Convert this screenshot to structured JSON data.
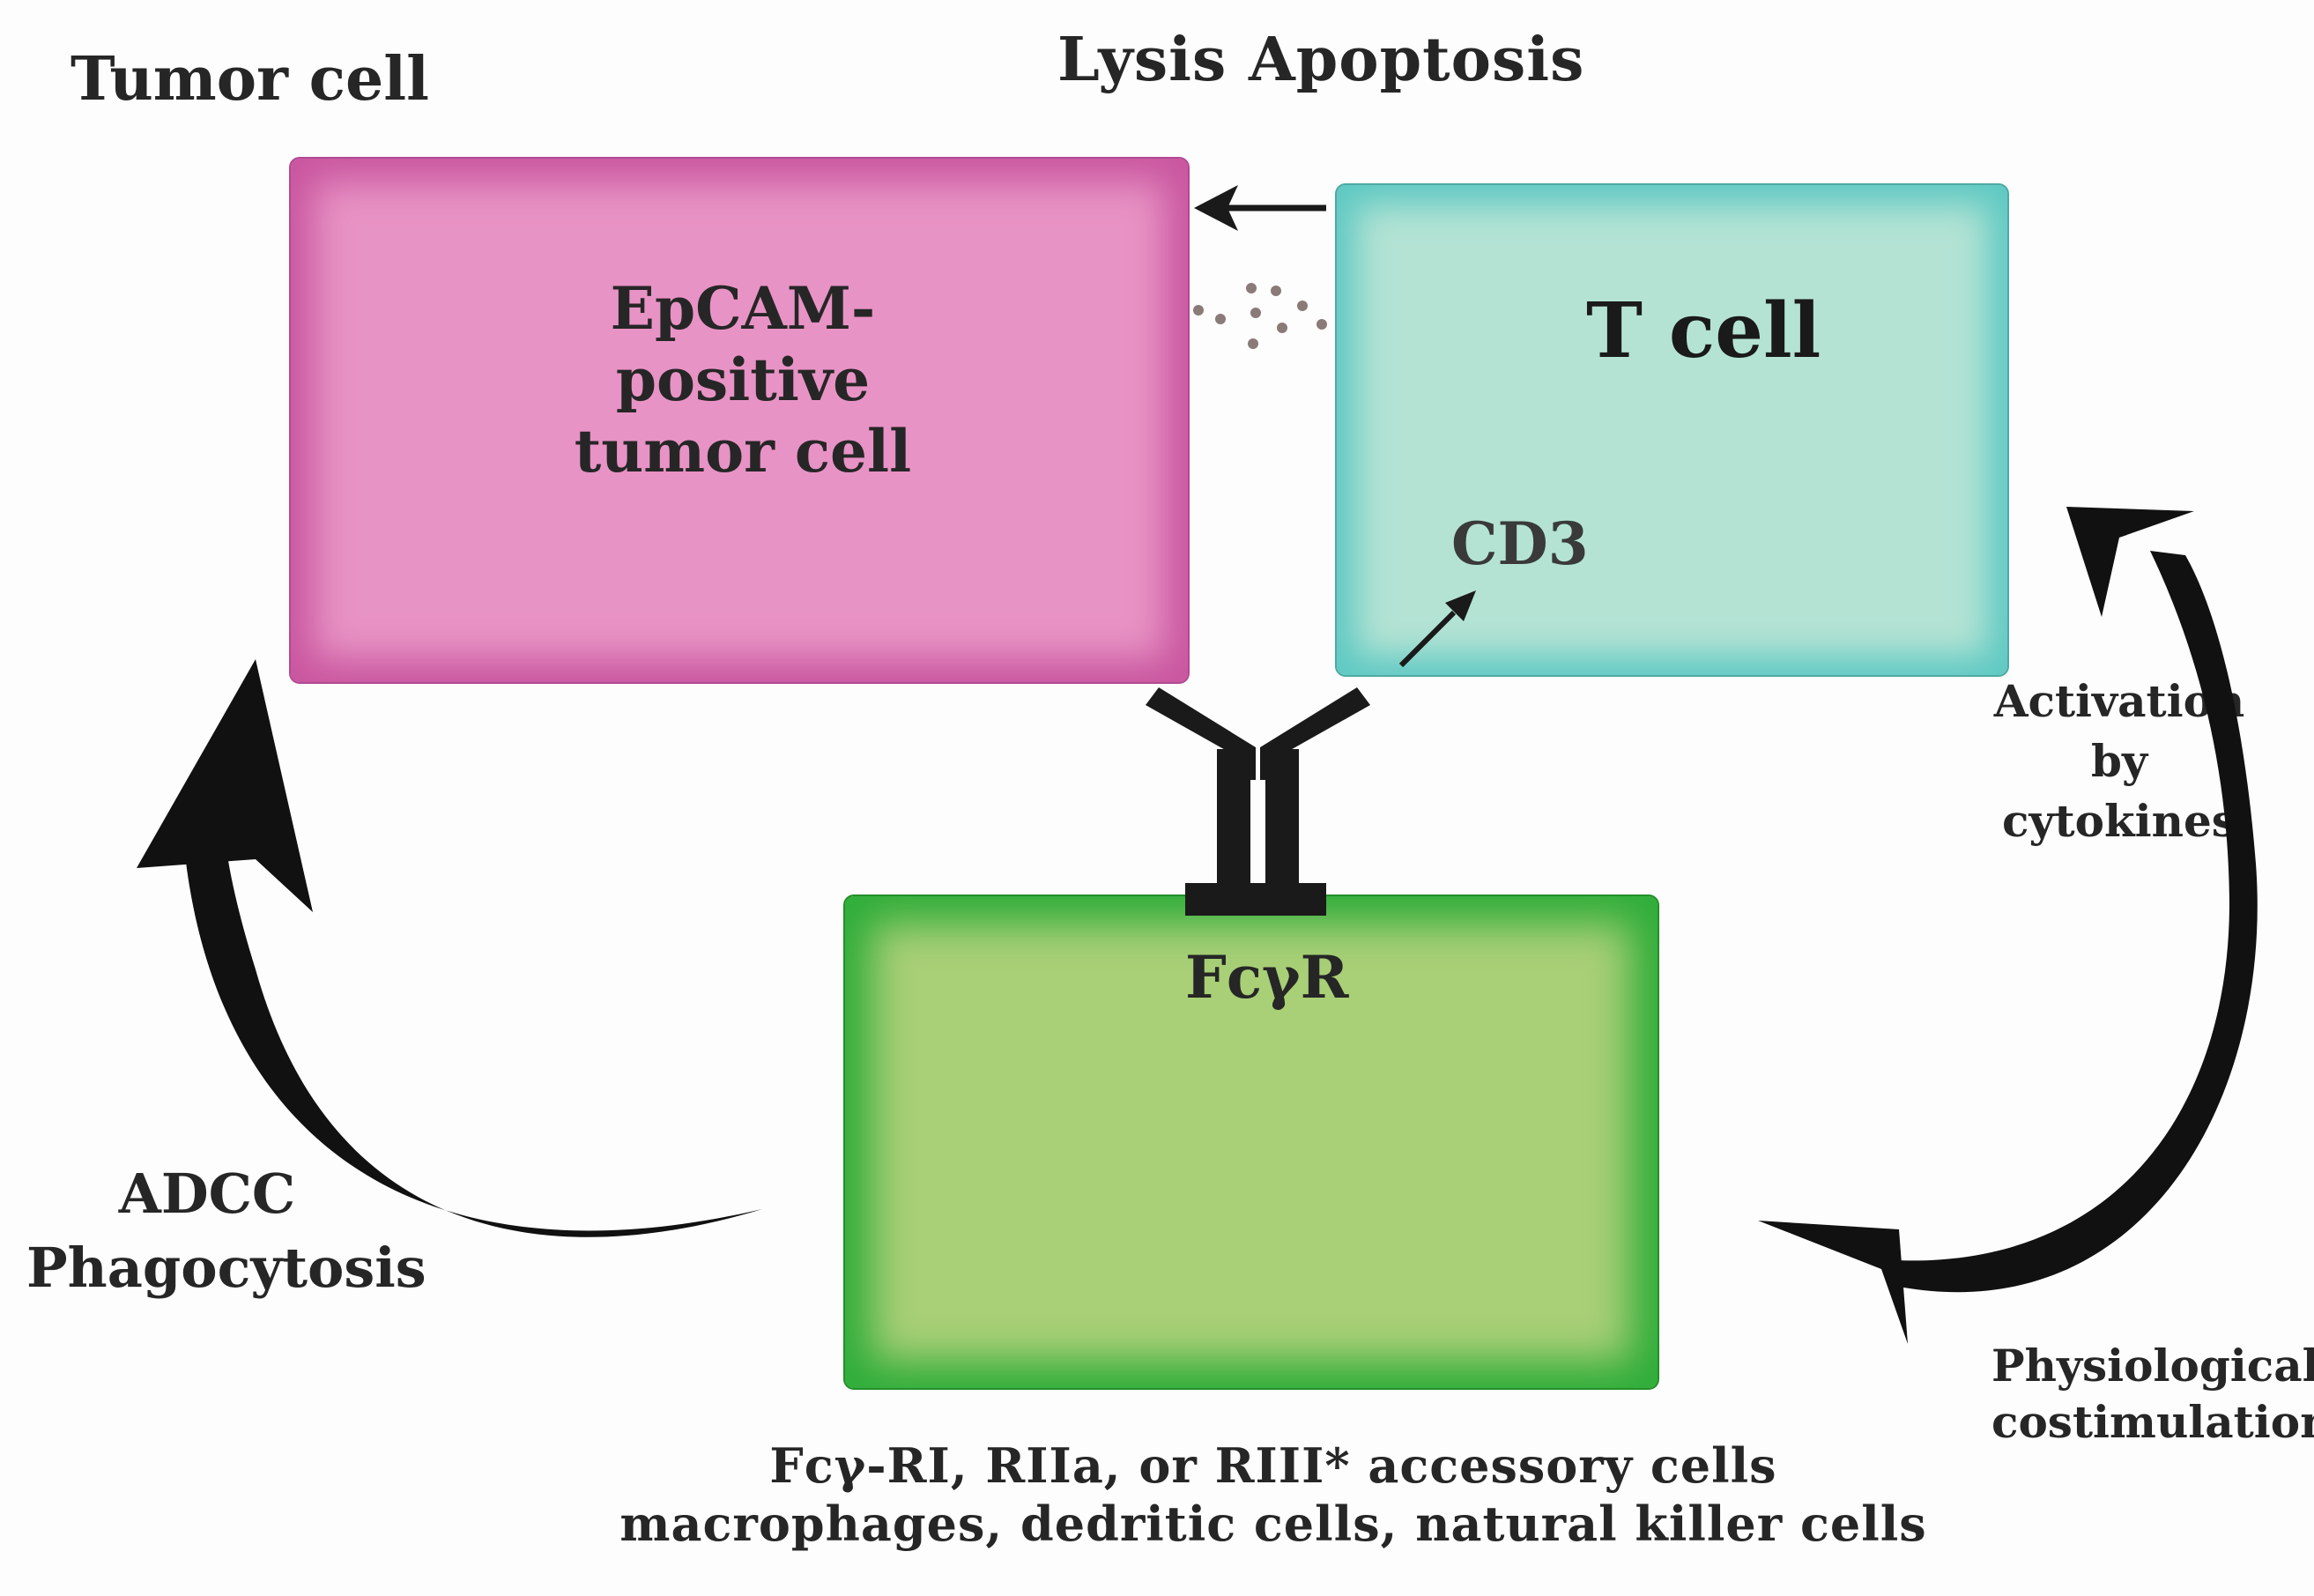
{
  "title_tumor": "Tumor cell",
  "title_lysis": "Lysis Apoptosis",
  "tumor_cell": {
    "label": "EpCAM- positive tumor cell",
    "color": "#e893c5"
  },
  "t_cell": {
    "label": "T cell",
    "marker": "CD3",
    "color": "#b4e3d4"
  },
  "accessory_cell": {
    "receptor": "FcγR",
    "color": "#a9cf77"
  },
  "arrows": {
    "activation": "Activation by cytokines",
    "costimulation": "Physiological costimulation",
    "adcc": "ADCC Phagocytosis"
  },
  "caption": {
    "line1": "Fcγ-RI, RIIa, or RIII* accessory cells",
    "line2": "macrophages, dedritic cells, natural killer cells"
  },
  "icons": [
    "antibody-icon",
    "cytokine-dots-icon",
    "curved-arrow-icon"
  ]
}
